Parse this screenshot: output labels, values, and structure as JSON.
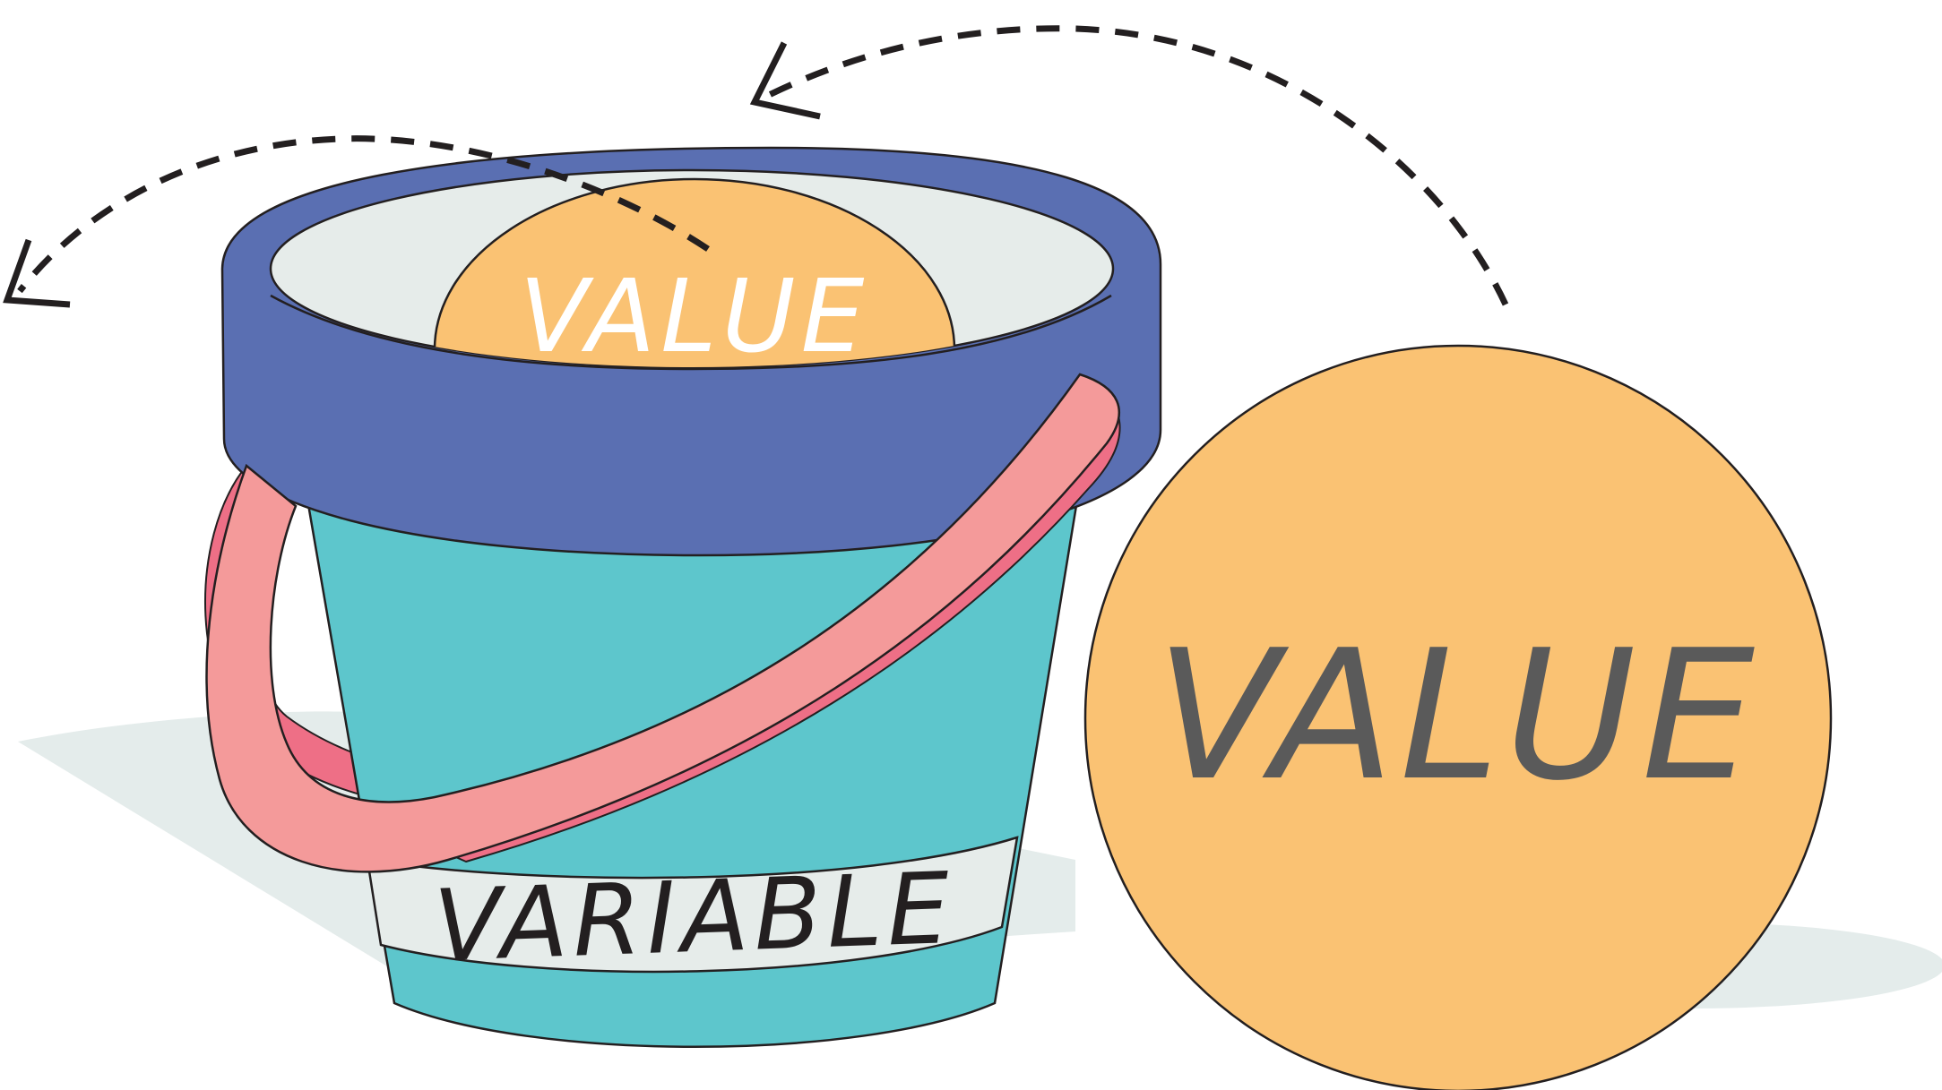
{
  "labels": {
    "inner_value": "VALUE",
    "outer_value": "VALUE",
    "variable": "VARIABLE"
  },
  "colors": {
    "bucket_body": "#5dc6cc",
    "bucket_rim": "#5a6fb2",
    "bucket_inner": "#e6ecea",
    "label_band": "#e6ecea",
    "handle": "#f49a9a",
    "handle_dark": "#ee6f86",
    "value_ball": "#fac273",
    "shadow": "#e4eceb",
    "outline": "#231f20",
    "inner_text": "#ffffff",
    "outer_text": "#5a5a5a",
    "variable_text": "#231f20"
  },
  "icons": {
    "arrow_in": "dashed-arrow-into-bucket",
    "arrow_out": "dashed-arrow-out-of-bucket"
  }
}
